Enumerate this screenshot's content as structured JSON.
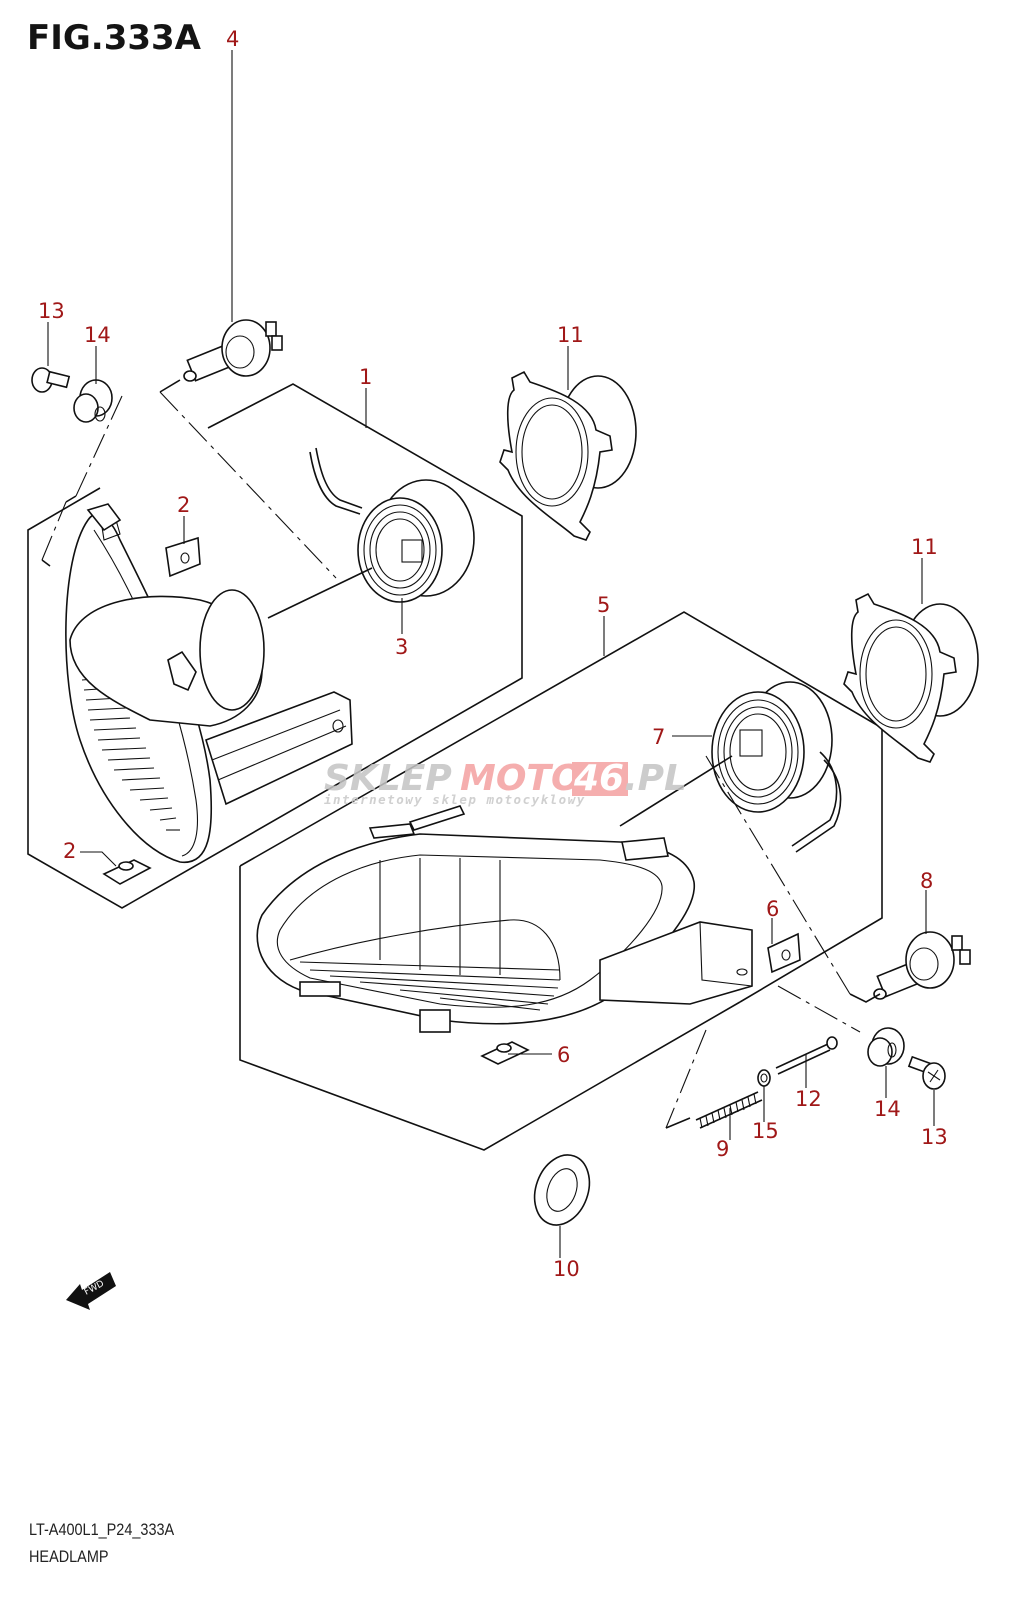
{
  "figure": {
    "title": "FIG.333A",
    "code": "LT-A400L1_P24_333A",
    "name": "HEADLAMP"
  },
  "callouts": [
    {
      "id": "c1",
      "label": "1"
    },
    {
      "id": "c2a",
      "label": "2"
    },
    {
      "id": "c2b",
      "label": "2"
    },
    {
      "id": "c3",
      "label": "3"
    },
    {
      "id": "c4",
      "label": "4"
    },
    {
      "id": "c5",
      "label": "5"
    },
    {
      "id": "c6a",
      "label": "6"
    },
    {
      "id": "c6b",
      "label": "6"
    },
    {
      "id": "c7",
      "label": "7"
    },
    {
      "id": "c8",
      "label": "8"
    },
    {
      "id": "c9",
      "label": "9"
    },
    {
      "id": "c10",
      "label": "10"
    },
    {
      "id": "c11a",
      "label": "11"
    },
    {
      "id": "c11b",
      "label": "11"
    },
    {
      "id": "c12",
      "label": "12"
    },
    {
      "id": "c13a",
      "label": "13"
    },
    {
      "id": "c13b",
      "label": "13"
    },
    {
      "id": "c14a",
      "label": "14"
    },
    {
      "id": "c14b",
      "label": "14"
    },
    {
      "id": "c15",
      "label": "15"
    }
  ],
  "fwd_arrow": {
    "label": "FWD"
  },
  "watermark": {
    "part1": "SKLEP",
    "part2": "MOTO",
    "part3": "46",
    "part4": ".PL",
    "subtitle": "internetowy sklep motocyklowy"
  },
  "colors": {
    "callout": "#a01818",
    "line": "#111111",
    "watermark_gray": "#c4c4c4",
    "watermark_red": "#f4a0a0"
  }
}
